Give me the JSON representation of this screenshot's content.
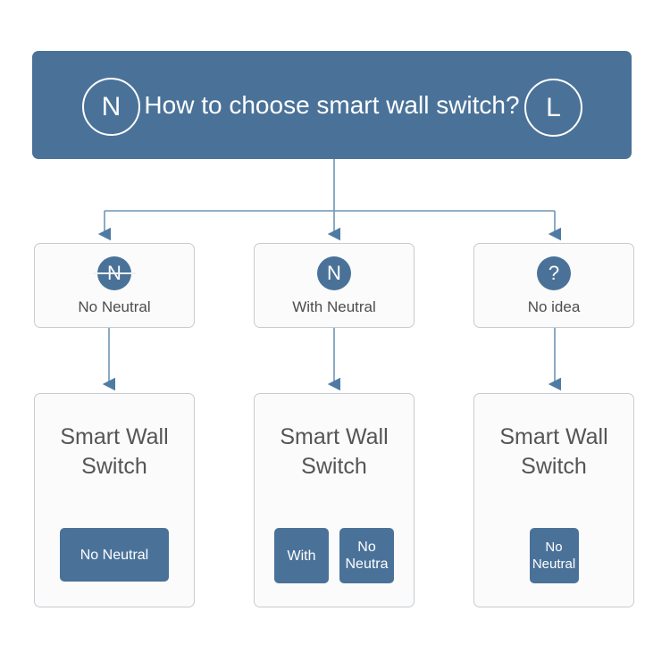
{
  "header": {
    "title": "How to choose smart wall switch?",
    "left_badge": "N",
    "left_badge_icon": "neutral-wire-circle-icon",
    "right_badge": "L",
    "right_badge_icon": "live-wire-circle-icon",
    "background_color": "#4a7299",
    "text_color": "#ffffff"
  },
  "options": [
    {
      "label": "No Neutral",
      "icon_glyph": "N",
      "icon_name": "no-neutral-icon",
      "struck": true
    },
    {
      "label": "With Neutral",
      "icon_glyph": "N",
      "icon_name": "with-neutral-icon",
      "struck": false
    },
    {
      "label": "No idea",
      "icon_glyph": "?",
      "icon_name": "question-mark-icon",
      "struck": false
    }
  ],
  "products": [
    {
      "title": "Smart Wall Switch",
      "buttons": [
        {
          "label": "No Neutral",
          "size": "wide"
        }
      ]
    },
    {
      "title": "Smart Wall Switch",
      "buttons": [
        {
          "label": "With",
          "size": "half"
        },
        {
          "label": "No\nNeutra",
          "size": "half"
        }
      ]
    },
    {
      "title": "Smart Wall Switch",
      "buttons": [
        {
          "label": "No\nNeutral",
          "size": "small"
        }
      ]
    }
  ],
  "colors": {
    "accent": "#4a7299",
    "card_border": "#c6ccd1",
    "card_fill": "#fbfbfb",
    "connector": "#4f7ba3",
    "body_text": "#4d4d4d",
    "page_background": "#ffffff"
  }
}
